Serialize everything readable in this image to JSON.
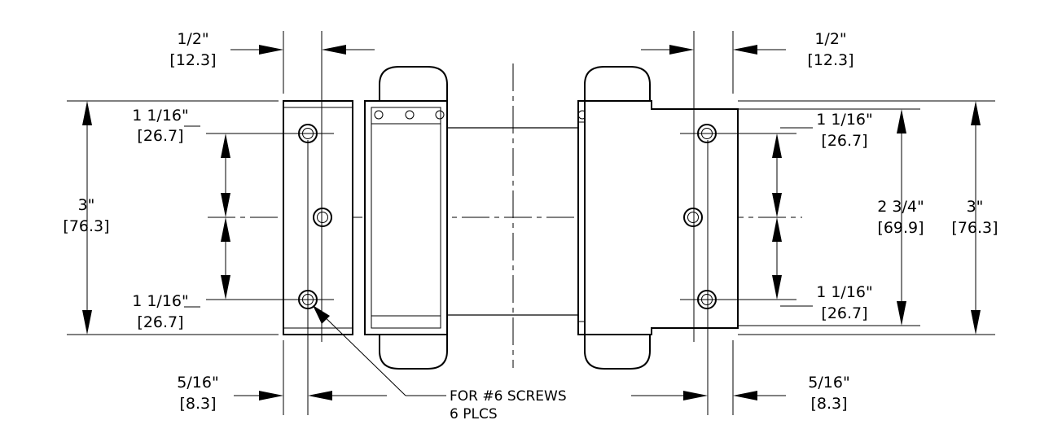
{
  "dimensions": {
    "top_left": {
      "imperial": "1/2\"",
      "metric": "[12.3]"
    },
    "top_right": {
      "imperial": "1/2\"",
      "metric": "[12.3]"
    },
    "left_upper": {
      "imperial": "1 1/16\"",
      "metric": "[26.7]"
    },
    "left_lower": {
      "imperial": "1 1/16\"",
      "metric": "[26.7]"
    },
    "left_height": {
      "imperial": "3\"",
      "metric": "[76.3]"
    },
    "right_upper": {
      "imperial": "1 1/16\"",
      "metric": "[26.7]"
    },
    "right_lower": {
      "imperial": "1 1/16\"",
      "metric": "[26.7]"
    },
    "right_inner_height": {
      "imperial": "2 3/4\"",
      "metric": "[69.9]"
    },
    "right_height": {
      "imperial": "3\"",
      "metric": "[76.3]"
    },
    "bottom_left": {
      "imperial": "5/16\"",
      "metric": "[8.3]"
    },
    "bottom_right": {
      "imperial": "5/16\"",
      "metric": "[8.3]"
    }
  },
  "note": {
    "line1": "FOR #6 SCREWS",
    "line2": "6 PLCS"
  }
}
